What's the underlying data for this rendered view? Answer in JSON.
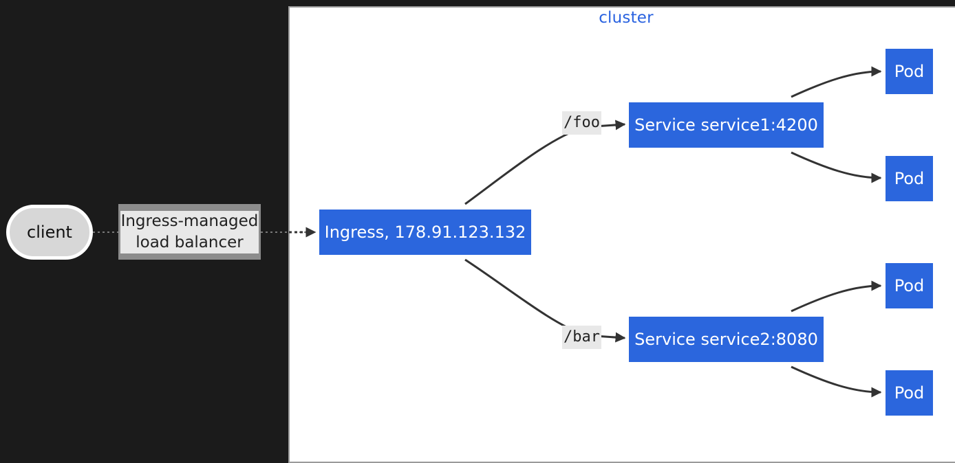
{
  "cluster": {
    "label": "cluster"
  },
  "nodes": {
    "client": "client",
    "load_balancer": "Ingress-managed\nload balancer",
    "ingress": "Ingress, 178.91.123.132",
    "service1": "Service service1:4200",
    "service2": "Service service2:8080",
    "pod1": "Pod",
    "pod2": "Pod",
    "pod3": "Pod",
    "pod4": "Pod"
  },
  "edges": {
    "foo": "/foo",
    "bar": "/bar"
  },
  "colors": {
    "background": "#1b1b1b",
    "cluster_fill": "#ffffff",
    "cluster_title": "#2962e0",
    "node_fill": "#2b66dd",
    "edge_stroke": "#333333"
  }
}
